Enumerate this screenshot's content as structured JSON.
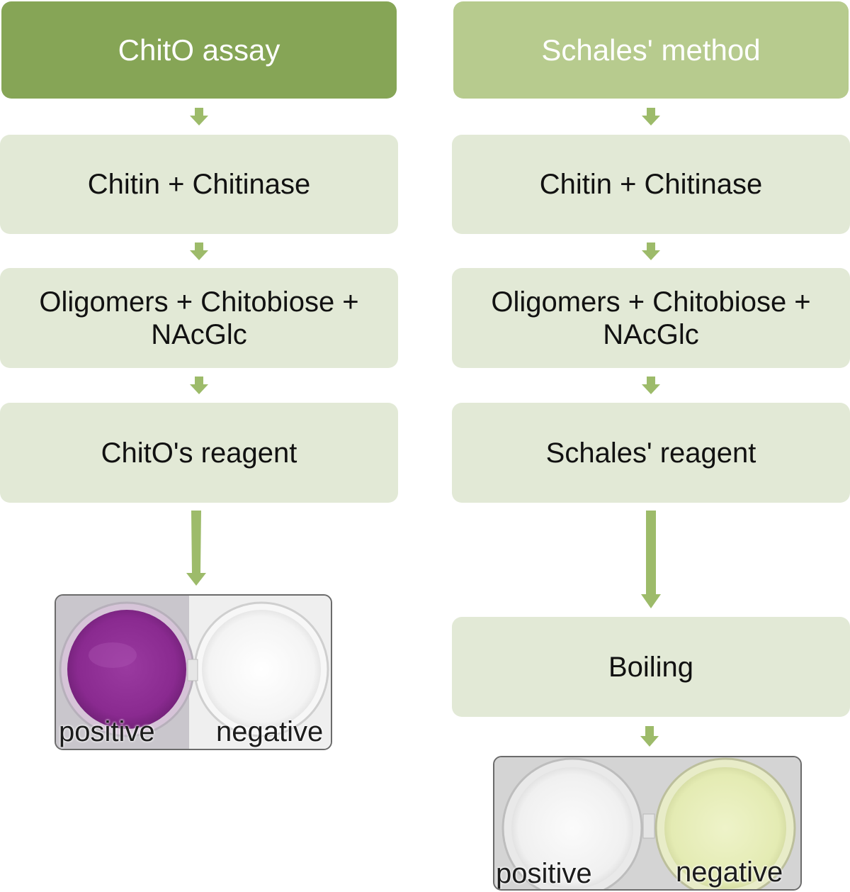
{
  "left_column": {
    "header": "ChitO assay",
    "steps": [
      "Chitin + Chitinase",
      "Oligomers + Chitobiose + NAcGlc",
      "ChitO's reagent"
    ],
    "result": {
      "positive_label": "positive",
      "negative_label": "negative"
    }
  },
  "right_column": {
    "header": "Schales' method",
    "steps": [
      "Chitin + Chitinase",
      "Oligomers + Chitobiose + NAcGlc",
      "Schales' reagent",
      "Boiling"
    ],
    "result": {
      "positive_label": "positive",
      "negative_label": "negative"
    }
  },
  "colors": {
    "header_dark": "#86a556",
    "header_light": "#b7cb8e",
    "step_fill": "#e2e9d6",
    "arrow": "#9dbb6a",
    "chito_positive": "#8e2f92",
    "chito_negative": "#f7f7f7",
    "schales_positive": "#f1f1f1",
    "schales_negative": "#e7eebd"
  }
}
